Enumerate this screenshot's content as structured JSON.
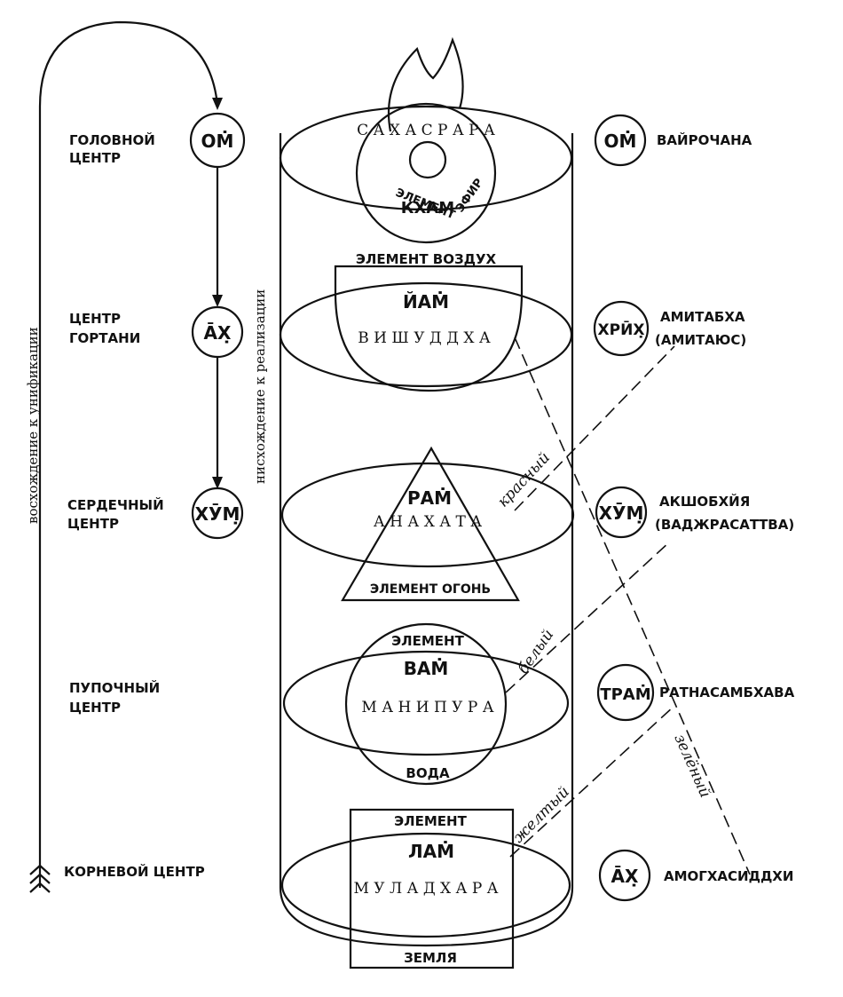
{
  "left_axis": {
    "ascent_label": "восхождение к унификации",
    "descent_label": "нисхождение к реализации"
  },
  "centers": [
    {
      "name": "ГОЛОВНОЙ ЦЕНТР",
      "name_lines": [
        "ГОЛОВНОЙ",
        "ЦЕНТР"
      ],
      "mantra": "ОМ̇"
    },
    {
      "name": "ЦЕНТР ГОРТАНИ",
      "name_lines": [
        "ЦЕНТР",
        "ГОРТАНИ"
      ],
      "mantra": "ĀХ̣"
    },
    {
      "name": "СЕРДЕЧНЫЙ ЦЕНТР",
      "name_lines": [
        "СЕРДЕЧНЫЙ",
        "ЦЕНТР"
      ],
      "mantra": "ХӮМ̣"
    },
    {
      "name": "ПУПОЧНЫЙ ЦЕНТР",
      "name_lines": [
        "ПУПОЧНЫЙ",
        "ЦЕНТР"
      ]
    },
    {
      "name": "КОРНЕВОЙ ЦЕНТР",
      "name_lines": [
        "КОРНЕВОЙ ЦЕНТР"
      ]
    }
  ],
  "chakras": {
    "sahasrara": {
      "name": "С А Х А С Р А Р А",
      "seed": "КХАМ",
      "element_word": "ЭЛЕМЕНТ",
      "element_name": "ЭФИР"
    },
    "vishuddha": {
      "name": "В И Ш У Д Д Х А",
      "seed": "ЙАМ̇",
      "element_label": "ЭЛЕМЕНТ ВОЗДУХ"
    },
    "anahata": {
      "name": "А Н А Х А Т А",
      "seed": "РАМ̇",
      "element_label": "ЭЛЕМЕНТ ОГОНЬ"
    },
    "manipura": {
      "name": "М А Н И П У Р А",
      "seed": "ВАМ̇",
      "element_word": "ЭЛЕМЕНТ",
      "element_name": "ВОДА"
    },
    "muladhara": {
      "name": "М У Л А Д Х А Р А",
      "seed": "ЛАМ̇",
      "element_word": "ЭЛЕМЕНТ",
      "element_name": "ЗЕМЛЯ"
    }
  },
  "buddhas": [
    {
      "mantra": "ОМ̇",
      "name_lines": [
        "ВАЙРОЧАНА"
      ]
    },
    {
      "mantra": "ХРӢХ̣",
      "name_lines": [
        "АМИТАБХА",
        "(АМИТАЮС)"
      ]
    },
    {
      "mantra": "ХӮМ̣",
      "name_lines": [
        "АКШОБХЙЯ",
        "(ВАДЖРАСАТТВА)"
      ]
    },
    {
      "mantra": "ТРАМ̇",
      "name_lines": [
        "РАТНАСАМБХАВА"
      ]
    },
    {
      "mantra": "ĀХ̣",
      "name_lines": [
        "АМОГХАСИДДХИ"
      ]
    }
  ],
  "color_labels": {
    "red": "красный",
    "white": "белый",
    "yellow": "желтый",
    "green": "зелёный"
  }
}
